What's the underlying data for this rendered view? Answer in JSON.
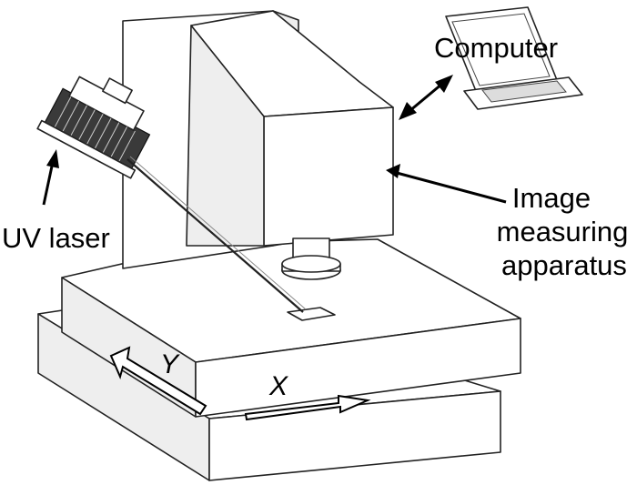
{
  "labels": {
    "computer": "Computer",
    "uv_laser": "UV laser",
    "image_line1": "Image",
    "image_line2": "measuring",
    "image_line3": "apparatus",
    "axis_x": "X",
    "axis_y": "Y"
  },
  "colors": {
    "line": "#222222",
    "face_light": "#ffffff",
    "face_shade": "#eeeeee",
    "laser_body": "#3a3a3a"
  }
}
